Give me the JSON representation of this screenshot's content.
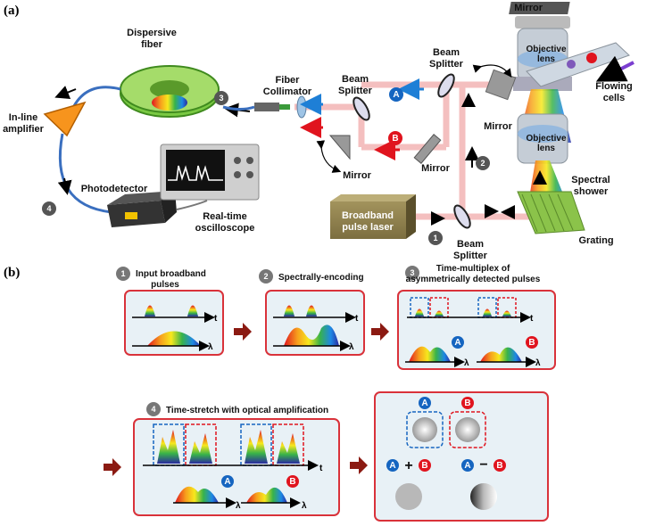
{
  "panel_labels": {
    "a": "(a)",
    "b": "(b)"
  },
  "setup": {
    "mirror_top": "Mirror",
    "objective_lens_top": [
      "Objective",
      "lens"
    ],
    "objective_lens_bottom": [
      "Objective",
      "lens"
    ],
    "flowing_cells": [
      "Flowing",
      "cells"
    ],
    "spectral_shower": [
      "Spectral",
      "shower"
    ],
    "grating": "Grating",
    "dispersive_fiber": [
      "Dispersive",
      "fiber"
    ],
    "fiber_collimator": [
      "Fiber",
      "Collimator"
    ],
    "beam_splitter_1": [
      "Beam",
      "Splitter"
    ],
    "beam_splitter_2": [
      "Beam",
      "Splitter"
    ],
    "beam_splitter_3": [
      "Beam",
      "Splitter"
    ],
    "mirror_right": "Mirror",
    "mirror_mid": "Mirror",
    "mirror_left": "Mirror",
    "inline_amplifier": [
      "In-line",
      "amplifier"
    ],
    "photodetector": "Photodetector",
    "oscilloscope": [
      "Real-time",
      "oscilloscope"
    ],
    "laser": [
      "Broadband",
      "pulse laser"
    ],
    "path_a": "A",
    "path_b": "B",
    "steps": [
      "1",
      "2",
      "3",
      "4"
    ]
  },
  "steps": [
    {
      "num": "1",
      "title": [
        "Input broadband",
        "pulses"
      ],
      "axis_t": "t",
      "axis_l": "λ"
    },
    {
      "num": "2",
      "title": [
        "Spectrally-encoding"
      ],
      "axis_t": "t",
      "axis_l": "λ"
    },
    {
      "num": "3",
      "title": [
        "Time-multiplex of",
        "asymmetrically detected pulses"
      ],
      "axis_t": "t",
      "axis_l1": "λ",
      "axis_l2": "λ",
      "tag_a": "A",
      "tag_b": "B"
    },
    {
      "num": "4",
      "title": [
        "Time-stretch with optical amplification"
      ],
      "axis_t": "t",
      "axis_l1": "λ",
      "axis_l2": "λ",
      "tag_a": "A",
      "tag_b": "B"
    }
  ],
  "result": {
    "a": "A",
    "b": "B",
    "sum_a": "A",
    "sum_op": "+",
    "sum_b": "B",
    "diff_a": "A",
    "diff_op": "−",
    "diff_b": "B"
  },
  "colors": {
    "blue_tag": "#1565c0",
    "red_tag": "#e0141e",
    "panel_border": "#d9323a",
    "panel_fill": "#e8f1f6",
    "arrow": "#8b1a12"
  }
}
